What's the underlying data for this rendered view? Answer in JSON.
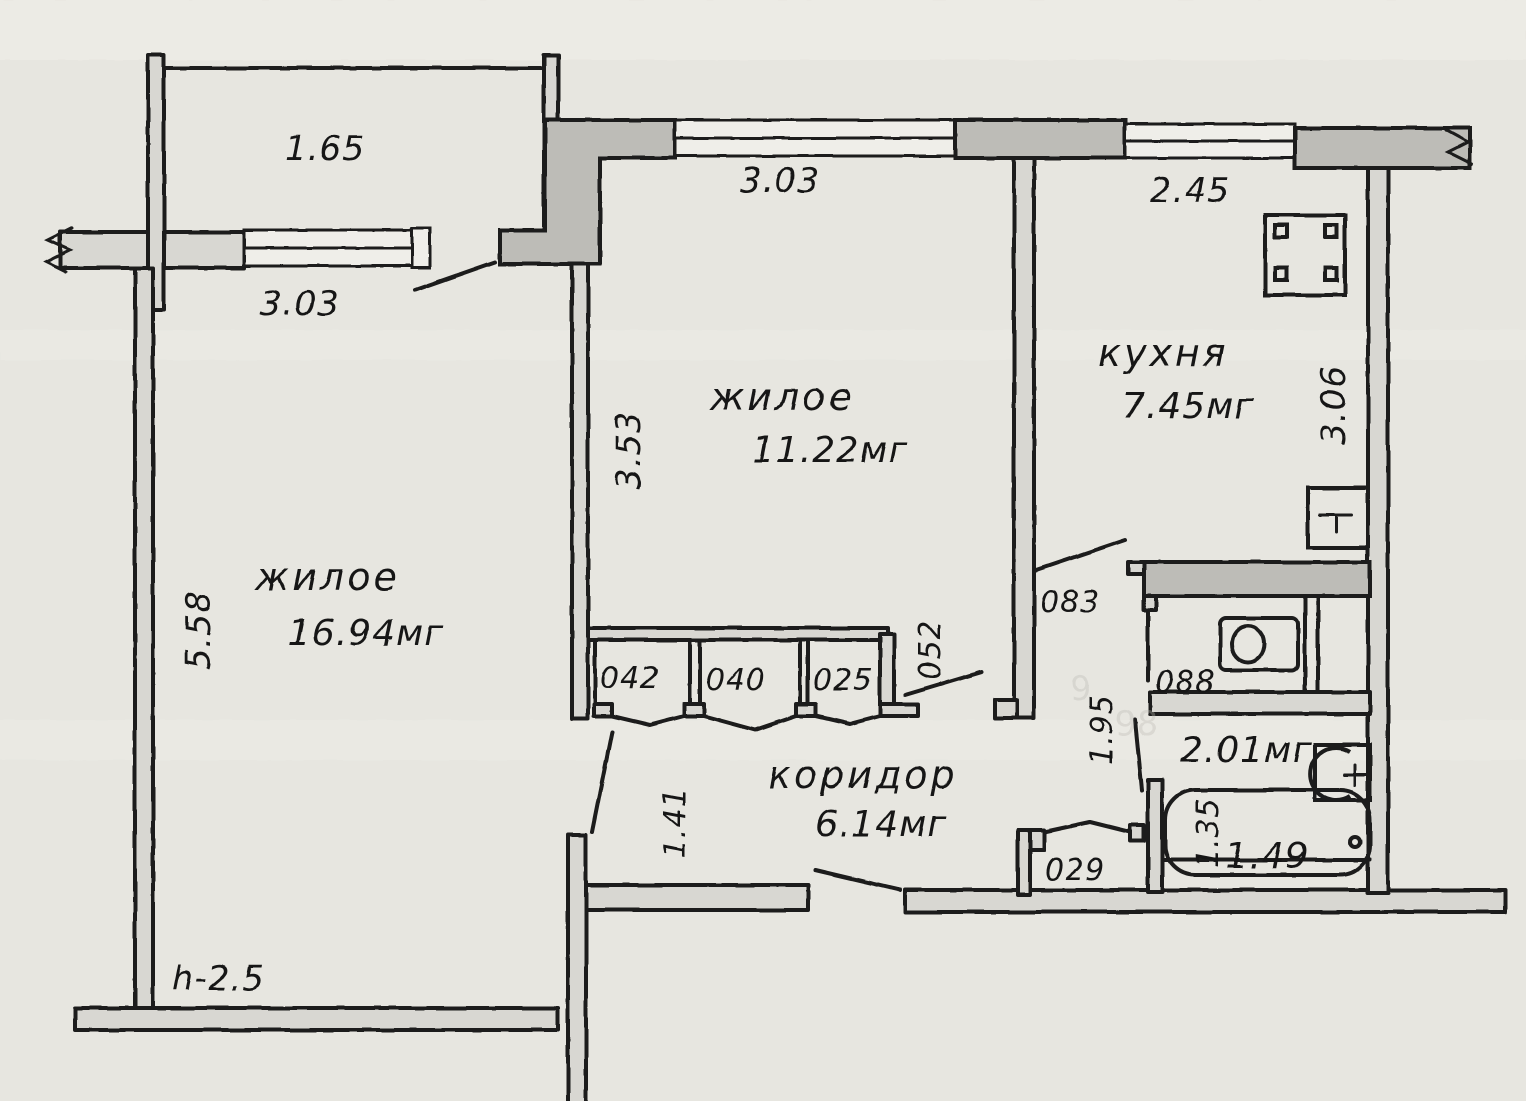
{
  "rooms": {
    "living_large": {
      "name": "жилое",
      "area": "16.94мг"
    },
    "living_small": {
      "name": "жилое",
      "area": "11.22мг"
    },
    "kitchen": {
      "name": "кухня",
      "area": "7.45мг"
    },
    "corridor": {
      "name": "коридор",
      "area": "6.14мг"
    },
    "toilet": {
      "area": "2.01мг"
    },
    "bathroom": {
      "area": "1.49"
    }
  },
  "dimensions": {
    "balcony_width": "1.65",
    "large_room_width": "3.03",
    "small_room_width": "3.03",
    "kitchen_width": "2.45",
    "large_room_length": "5.58",
    "small_room_length": "3.53",
    "kitchen_length": "3.06",
    "closet_1": "042",
    "closet_2": "040",
    "closet_3": "025",
    "closet_depth": "052",
    "kitchen_door": "083",
    "toilet_width": "088",
    "corridor_width": "1.41",
    "wc_block_length": "1.95",
    "bath_length": "1.35",
    "storage": "029"
  },
  "ceiling_height": "h-2.5",
  "colors": {
    "paper": "#e7e6e0",
    "ink": "#1b1b1b",
    "wall_fill": "#d8d7d2"
  }
}
